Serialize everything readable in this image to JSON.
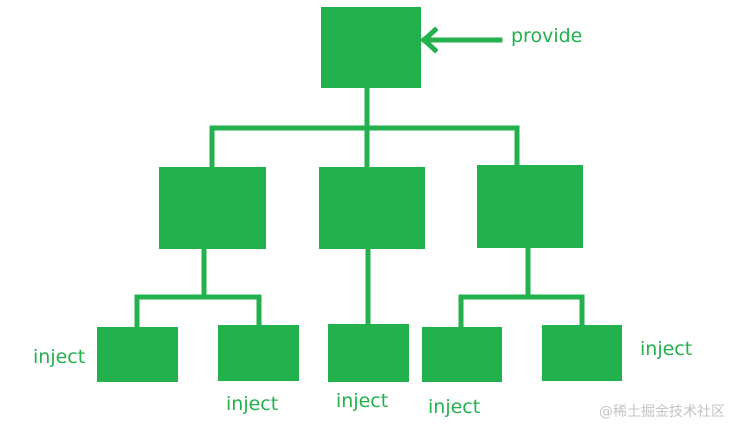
{
  "colors": {
    "node": "#22b14c",
    "line": "#22b14c",
    "text": "#22b14c",
    "watermark": "#c4c4c4"
  },
  "labels": {
    "provide": "provide",
    "inject_1": "inject",
    "inject_2": "inject",
    "inject_3": "inject",
    "inject_4": "inject",
    "inject_5": "inject"
  },
  "watermark": "@稀土掘金技术社区"
}
